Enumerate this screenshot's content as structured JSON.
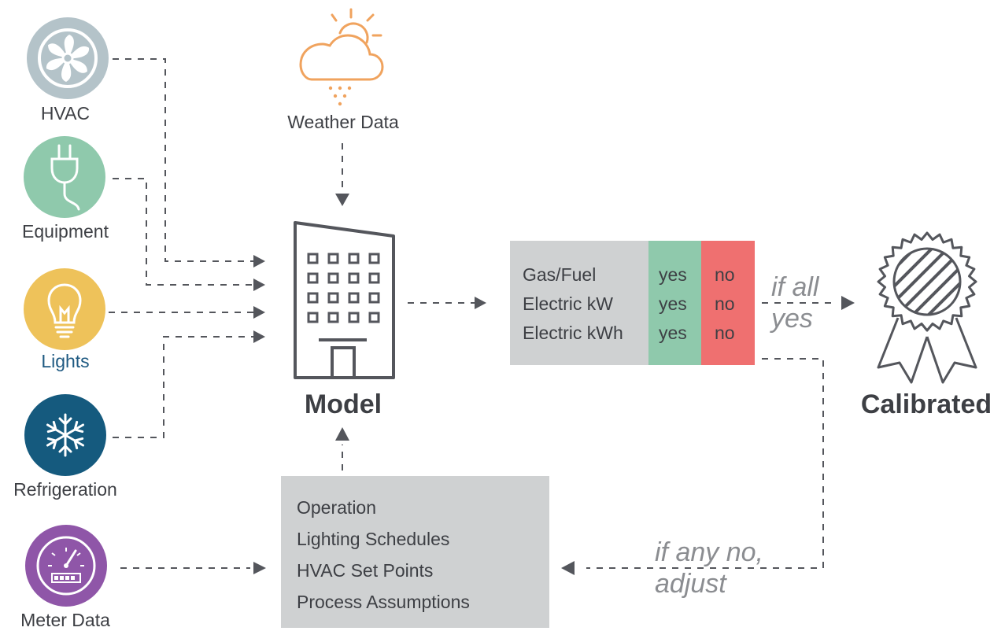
{
  "inputs": {
    "hvac": "HVAC",
    "equipment": "Equipment",
    "lights": "Lights",
    "refrigeration": "Refrigeration",
    "meter": "Meter Data",
    "weather": "Weather Data"
  },
  "model_label": "Model",
  "metrics": [
    {
      "name": "Gas/Fuel",
      "yes": "yes",
      "no": "no"
    },
    {
      "name": "Electric kW",
      "yes": "yes",
      "no": "no"
    },
    {
      "name": "Electric kWh",
      "yes": "yes",
      "no": "no"
    }
  ],
  "if_all_yes": [
    "if all",
    "yes"
  ],
  "if_any_no": [
    "if any no,",
    "adjust"
  ],
  "calibrated_label": "Calibrated",
  "assumptions": [
    "Operation",
    "Lighting Schedules",
    "HVAC Set Points",
    "Process Assumptions"
  ],
  "colors": {
    "hvac": "#b4c3c9",
    "equipment": "#8fc9ac",
    "lights": "#eec25a",
    "refrigeration": "#155a7e",
    "meter": "#8f56a8",
    "weather_icon": "#f0a35e",
    "arrow": "#54565c",
    "table_gray": "#cfd1d2",
    "yes_green": "#8fc9ac",
    "no_red": "#ef7070",
    "lights_label": "#1f5a82"
  }
}
